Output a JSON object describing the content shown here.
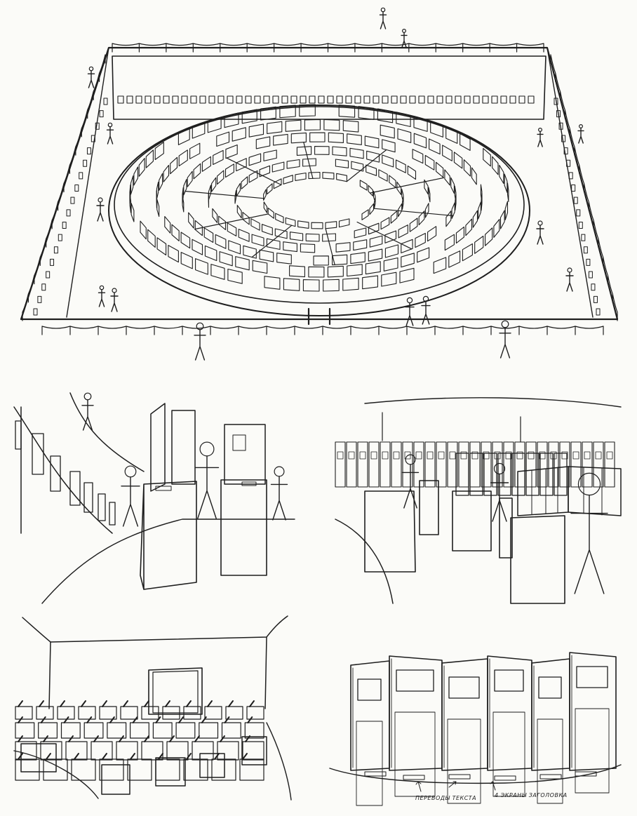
{
  "sheet": {
    "panels": [
      {
        "id": "aerial-maze"
      },
      {
        "id": "curved-gallery"
      },
      {
        "id": "maze-corridors"
      },
      {
        "id": "hall-pedestals"
      },
      {
        "id": "folding-screens"
      }
    ],
    "annotations": {
      "label_left": "ПЕРЕВОДЫ ТЕКСТА",
      "label_right": "4 ЭКРАНЫ ЗАГОЛОВКА"
    }
  }
}
